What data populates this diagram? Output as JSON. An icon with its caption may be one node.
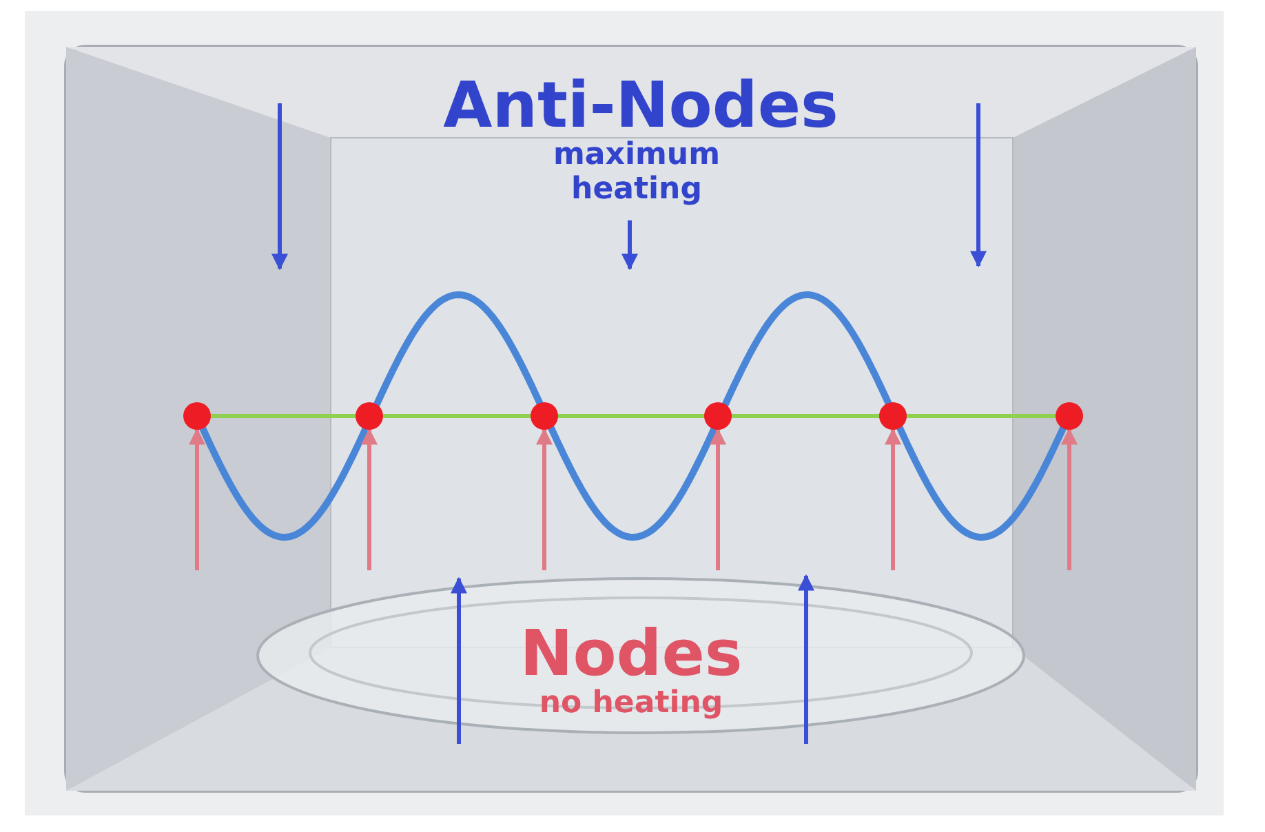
{
  "diagram": {
    "nodes": [
      {
        "text": [],
        "shape": "circle"
      },
      {
        "text": [],
        "shape": "circle"
      },
      {
        "text": [],
        "shape": "circle"
      },
      {
        "text": [],
        "shape": "circle"
      },
      {
        "text": [],
        "shape": "circle"
      },
      {
        "text": [],
        "shape": "circle"
      }
    ],
    "edges": [
      {
        "from": null,
        "to": 0,
        "arrow": "to"
      },
      {
        "from": null,
        "to": 1,
        "arrow": "to"
      },
      {
        "from": null,
        "to": 2,
        "arrow": "to"
      },
      {
        "from": null,
        "to": 3,
        "arrow": "to"
      },
      {
        "from": null,
        "to": 4,
        "arrow": "to"
      },
      {
        "from": null,
        "to": 5,
        "arrow": "to"
      }
    ],
    "labels": [
      "Anti-Nodes",
      "maximum heating",
      "Nodes",
      "no heating"
    ]
  }
}
